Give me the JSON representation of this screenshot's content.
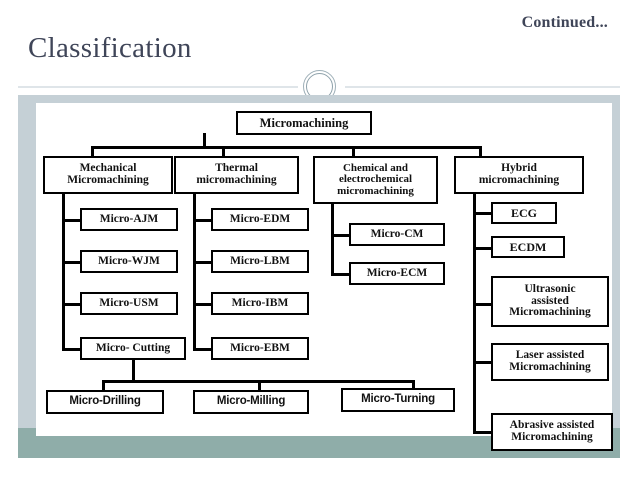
{
  "slide": {
    "title": "Classification",
    "corner_note": "Continued...",
    "accent_dark": "#3f4558",
    "accent_band": "#c5d0d6",
    "accent_footer": "#8fada9",
    "diagram_border": "#000000",
    "diagram_bg": "#ffffff"
  },
  "diagram": {
    "type": "tree",
    "root": "Micromachining",
    "branches": [
      {
        "label": "Mechanical\nMicromachining",
        "line1": "Mechanical",
        "line2": "Micromachining",
        "children": [
          "Micro-AJM",
          "Micro-WJM",
          "Micro-USM",
          "Micro- Cutting"
        ]
      },
      {
        "label": "Thermal micromachining",
        "line1": "Thermal",
        "line2": "micromachining",
        "children": [
          "Micro-EDM",
          "Micro-LBM",
          "Micro-IBM",
          "Micro-EBM"
        ]
      },
      {
        "label": "Chemical and electrochemical micromachining",
        "line1": "Chemical and",
        "line2": "electrochemical",
        "line3": "micromachining",
        "children": [
          "Micro-CM",
          "Micro-ECM"
        ]
      },
      {
        "label": "Hybrid micromachining",
        "line1": "Hybrid",
        "line2": "micromachining",
        "children": [
          "ECG",
          "ECDM",
          "Ultrasonic assisted Micromachining",
          "Laser assisted Micromachining",
          "Abrasive assisted Micromachining"
        ]
      }
    ],
    "hybrid_multiline": [
      {
        "l1": "Ultrasonic",
        "l2": "assisted",
        "l3": "Micromachining"
      },
      {
        "l1": "Laser assisted",
        "l2": "Micromachining"
      },
      {
        "l1": "Abrasive assisted",
        "l2": "Micromachining"
      }
    ],
    "cutting_children": [
      "Micro-Drilling",
      "Micro-Milling",
      "Micro-Turning"
    ]
  }
}
